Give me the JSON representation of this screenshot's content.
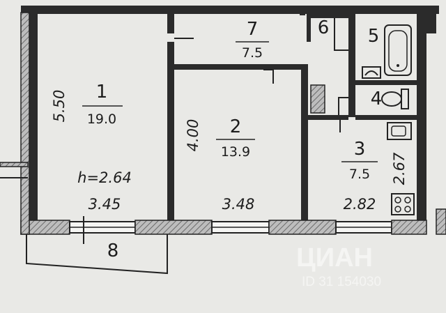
{
  "rooms": [
    {
      "number": "1",
      "area": "19.0"
    },
    {
      "number": "2",
      "area": "13.9"
    },
    {
      "number": "3",
      "area": "7.5"
    },
    {
      "number": "4"
    },
    {
      "number": "5"
    },
    {
      "number": "6"
    },
    {
      "number": "7",
      "area": "7.5"
    },
    {
      "number": "8"
    }
  ],
  "dimensions": {
    "room1_height_side": "5.50",
    "room1_ceiling": "h=2.64",
    "room1_width": "3.45",
    "room2_height_side": "4.00",
    "room2_width": "3.48",
    "room3_height_side": "2.67",
    "room3_width": "2.82"
  },
  "watermark": {
    "brand": "ЦИАН",
    "id_text": "ID 31 154030"
  },
  "colors": {
    "paper": "#e9e9e6",
    "wall": "#2b2b2b",
    "ink": "#1c1c1c"
  }
}
